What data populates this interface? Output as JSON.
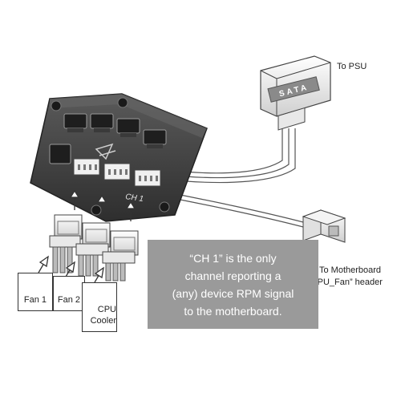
{
  "labels": {
    "to_psu": "To PSU",
    "sata": "SATA",
    "channel": "CH 1",
    "to_motherboard_line1": "To Motherboard",
    "to_motherboard_line2": "“CPU_Fan” header",
    "fan1": "Fan 1",
    "fan2": "Fan 2",
    "cpu_cooler_line1": "CPU",
    "cpu_cooler_line2": "Cooler"
  },
  "note": {
    "line1": "“CH 1” is the only",
    "line2": "channel reporting a",
    "line3": "(any) device RPM signal",
    "line4": "to the motherboard."
  },
  "colors": {
    "hub_body": "#3b3b3b",
    "note_background": "#9a9a9a",
    "note_text": "#ffffff"
  }
}
